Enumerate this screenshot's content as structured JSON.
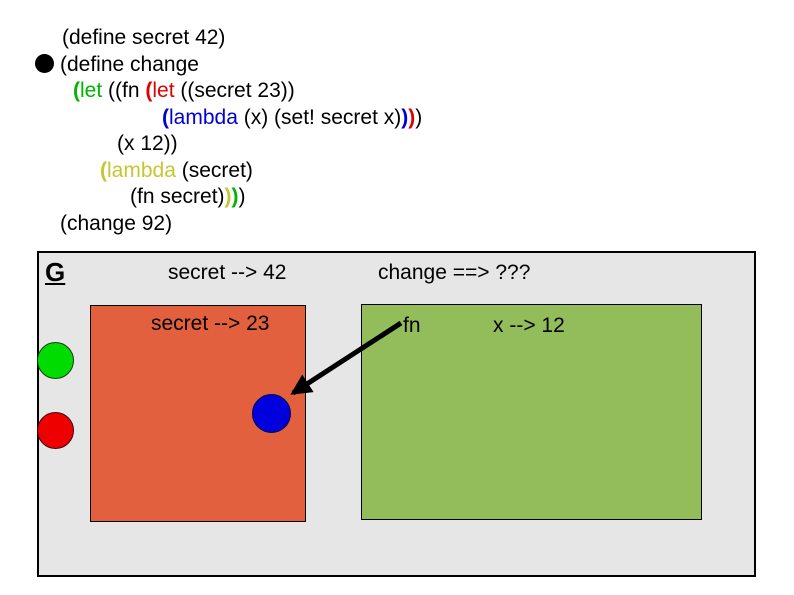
{
  "code": {
    "lines": [
      {
        "tokens": [
          {
            "t": "(define secret 42)",
            "c": "k"
          }
        ]
      },
      {
        "tokens": [
          {
            "icon": "bullet"
          },
          {
            "t": "(define change",
            "c": "k"
          }
        ]
      },
      {
        "tokens": [
          {
            "t": "(",
            "c": "green",
            "b": true
          },
          {
            "t": "let",
            "c": "green"
          },
          {
            "t": " ((fn ",
            "c": "k"
          },
          {
            "t": "(",
            "c": "red",
            "b": true
          },
          {
            "t": "let",
            "c": "red"
          },
          {
            "t": " ((secret 23))",
            "c": "k"
          }
        ]
      },
      {
        "tokens": [
          {
            "t": "(",
            "c": "blue",
            "b": true
          },
          {
            "t": "lambda",
            "c": "blue"
          },
          {
            "t": " (x) (set! secret x)",
            "c": "k"
          },
          {
            "t": ")",
            "c": "blue",
            "b": true
          },
          {
            "t": ")",
            "c": "red",
            "b": true
          },
          {
            "t": ")",
            "c": "k"
          }
        ]
      },
      {
        "tokens": [
          {
            "t": "(x 12))",
            "c": "k"
          }
        ]
      },
      {
        "tokens": [
          {
            "t": "(",
            "c": "yellow",
            "b": true
          },
          {
            "t": "lambda",
            "c": "yellow"
          },
          {
            "t": " (secret)",
            "c": "k"
          }
        ]
      },
      {
        "tokens": [
          {
            "t": "(fn secret)",
            "c": "k"
          },
          {
            "t": ")",
            "c": "yellow",
            "b": true
          },
          {
            "t": ")",
            "c": "green",
            "b": true
          },
          {
            "t": ")",
            "c": "k"
          }
        ]
      },
      {
        "tokens": [
          {
            "t": "(change 92)",
            "c": "k"
          }
        ]
      }
    ]
  },
  "diagram": {
    "global_label": "G",
    "global": {
      "secret_binding": "secret --> 42",
      "change_binding": "change ==> ???"
    },
    "inner_frame": {
      "secret_binding": "secret --> 23"
    },
    "outer_frame": {
      "fn_label": "fn",
      "x_binding": "x --> 12"
    }
  },
  "colors": {
    "env-bg": "#E6E6E6",
    "frame-orange": "#E2603E",
    "frame-green": "#93BC5B",
    "dot-green": "#00DC00",
    "dot-red": "#EE0000",
    "dot-blue": "#0000DC",
    "code-green": "#00B400",
    "code-red": "#E00000",
    "code-blue": "#0000D8",
    "code-yellow": "#C6C632",
    "arrow": "#000000"
  }
}
